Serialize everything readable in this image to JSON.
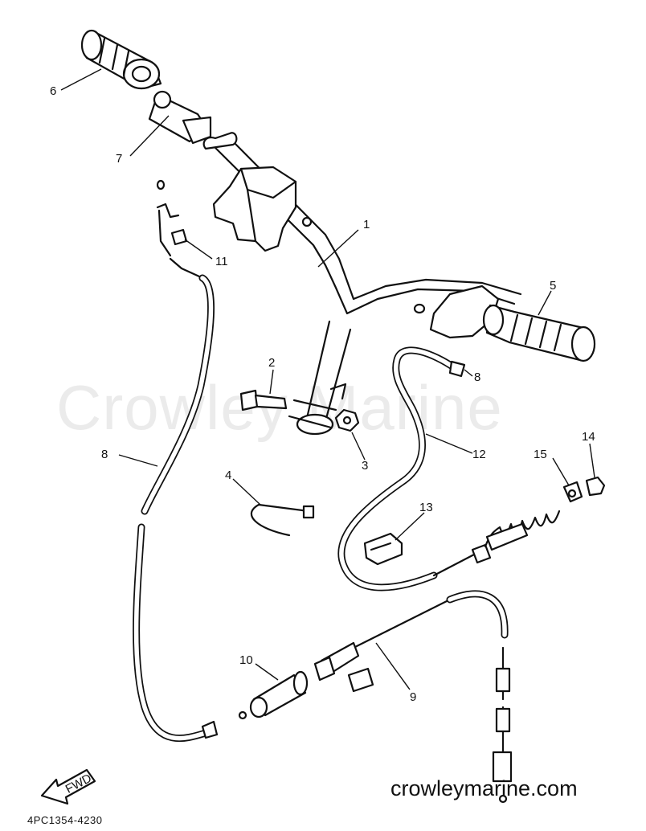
{
  "diagram": {
    "callouts": [
      "1",
      "2",
      "3",
      "4",
      "5",
      "6",
      "7",
      "8",
      "8",
      "9",
      "10",
      "11",
      "12",
      "13",
      "14",
      "15"
    ],
    "direction_label": "FWD",
    "watermark": "Crowley Marine",
    "site": "crowleymarine.com",
    "figure_code": "4PC1354-4230"
  }
}
